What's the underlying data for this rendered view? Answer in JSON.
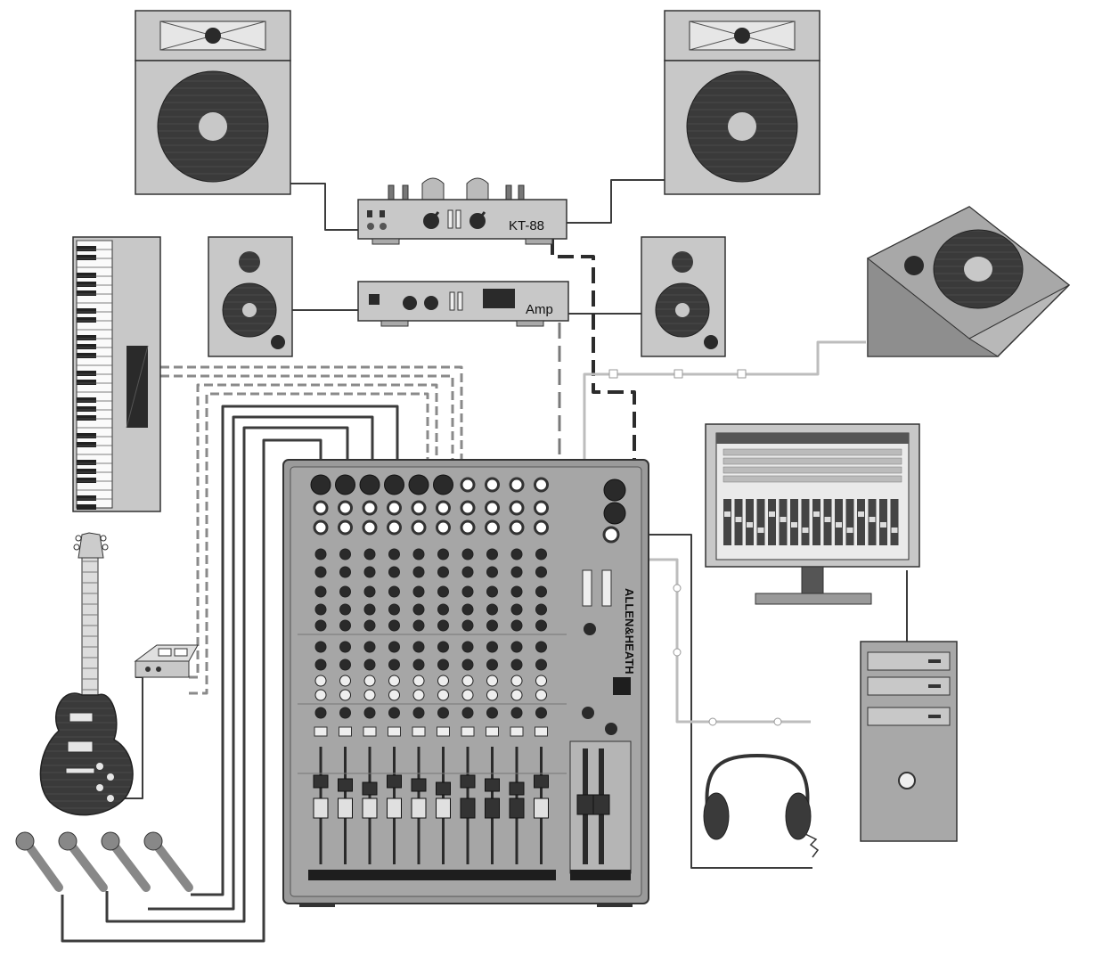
{
  "devices": {
    "tube_amp_label": "KT-88",
    "power_amp_label": "Amp",
    "mixer_brand": "ALLEN&HEATH"
  },
  "colors": {
    "background": "#ffffff",
    "device_body": "#c8c8c8",
    "device_dark": "#3a3a3a",
    "cable_dark": "#3c3c3c",
    "cable_light": "#bdbdbd",
    "cable_dashed": "#8a8a8a"
  },
  "icons": [
    "speaker-cabinet-icon",
    "tube-amplifier-icon",
    "power-amplifier-icon",
    "monitor-speaker-icon",
    "floor-wedge-monitor-icon",
    "keyboard-synth-icon",
    "electric-guitar-icon",
    "di-box-icon",
    "microphone-icon",
    "mixing-console-icon",
    "computer-monitor-icon",
    "pc-tower-icon",
    "headphones-icon"
  ]
}
